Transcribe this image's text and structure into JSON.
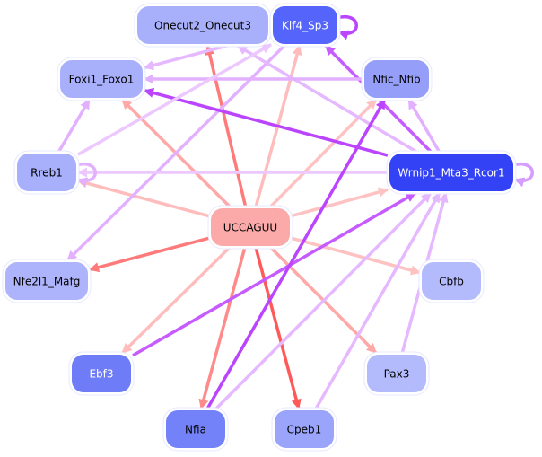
{
  "diagram": {
    "type": "directed-network",
    "nodes": [
      {
        "id": "Onecut2_Onecut3",
        "label": "Onecut2_Onecut3",
        "fill": "#a9b0fb",
        "text": "#000000"
      },
      {
        "id": "Klf4_Sp3",
        "label": "Klf4_Sp3",
        "fill": "#5565fb",
        "text": "#ffffff"
      },
      {
        "id": "Foxi1_Foxo1",
        "label": "Foxi1_Foxo1",
        "fill": "#a9b0fb",
        "text": "#000000"
      },
      {
        "id": "Nfic_Nfib",
        "label": "Nfic_Nfib",
        "fill": "#959ff9",
        "text": "#000000"
      },
      {
        "id": "Rreb1",
        "label": "Rreb1",
        "fill": "#a9b0fb",
        "text": "#000000"
      },
      {
        "id": "Wrnip1_Mta3_Rcor1",
        "label": "Wrnip1_Mta3_Rcor1",
        "fill": "#3442f5",
        "text": "#ffffff"
      },
      {
        "id": "UCCAGUU",
        "label": "UCCAGUU",
        "fill": "#fba9a9",
        "text": "#000000"
      },
      {
        "id": "Nfe2l1_Mafg",
        "label": "Nfe2l1_Mafg",
        "fill": "#aeb4fb",
        "text": "#000000"
      },
      {
        "id": "Cbfb",
        "label": "Cbfb",
        "fill": "#b4bbfc",
        "text": "#000000"
      },
      {
        "id": "Ebf3",
        "label": "Ebf3",
        "fill": "#6e7cf7",
        "text": "#ffffff"
      },
      {
        "id": "Pax3",
        "label": "Pax3",
        "fill": "#b4bbfc",
        "text": "#000000"
      },
      {
        "id": "Nfia",
        "label": "Nfia",
        "fill": "#7382f8",
        "text": "#000000"
      },
      {
        "id": "Cpeb1",
        "label": "Cpeb1",
        "fill": "#9aa4fa",
        "text": "#000000"
      }
    ],
    "edges": [
      {
        "from": "UCCAGUU",
        "to": "Onecut2_Onecut3",
        "color": "#ff7a7a"
      },
      {
        "from": "UCCAGUU",
        "to": "Klf4_Sp3",
        "color": "#ffbcbc"
      },
      {
        "from": "UCCAGUU",
        "to": "Foxi1_Foxo1",
        "color": "#ffa8a8"
      },
      {
        "from": "UCCAGUU",
        "to": "Nfic_Nfib",
        "color": "#ffc2c2"
      },
      {
        "from": "UCCAGUU",
        "to": "Rreb1",
        "color": "#ffbcbc"
      },
      {
        "from": "UCCAGUU",
        "to": "Wrnip1_Mta3_Rcor1",
        "color": "#ffc2c2"
      },
      {
        "from": "UCCAGUU",
        "to": "Nfe2l1_Mafg",
        "color": "#ff7a7a"
      },
      {
        "from": "UCCAGUU",
        "to": "Cbfb",
        "color": "#ffc2c2"
      },
      {
        "from": "UCCAGUU",
        "to": "Ebf3",
        "color": "#ffbcbc"
      },
      {
        "from": "UCCAGUU",
        "to": "Pax3",
        "color": "#ffa8a8"
      },
      {
        "from": "UCCAGUU",
        "to": "Nfia",
        "color": "#ff8a8a"
      },
      {
        "from": "UCCAGUU",
        "to": "Cpeb1",
        "color": "#ff5a5a"
      },
      {
        "from": "Klf4_Sp3",
        "to": "Onecut2_Onecut3",
        "color": "#e6b8ff"
      },
      {
        "from": "Klf4_Sp3",
        "to": "Klf4_Sp3",
        "color": "#bb44ff"
      },
      {
        "from": "Klf4_Sp3",
        "to": "Foxi1_Foxo1",
        "color": "#e6b8ff"
      },
      {
        "from": "Klf4_Sp3",
        "to": "Nfe2l1_Mafg",
        "color": "#e2b0ff"
      },
      {
        "from": "Wrnip1_Mta3_Rcor1",
        "to": "Wrnip1_Mta3_Rcor1",
        "color": "#d79cff"
      },
      {
        "from": "Wrnip1_Mta3_Rcor1",
        "to": "Klf4_Sp3",
        "color": "#c65cff"
      },
      {
        "from": "Wrnip1_Mta3_Rcor1",
        "to": "Foxi1_Foxo1",
        "color": "#bb44ff"
      },
      {
        "from": "Wrnip1_Mta3_Rcor1",
        "to": "Nfic_Nfib",
        "color": "#e2b0ff"
      },
      {
        "from": "Wrnip1_Mta3_Rcor1",
        "to": "Rreb1",
        "color": "#ecc8ff"
      },
      {
        "from": "Wrnip1_Mta3_Rcor1",
        "to": "Onecut2_Onecut3",
        "color": "#e6b8ff"
      },
      {
        "from": "Nfic_Nfib",
        "to": "Foxi1_Foxo1",
        "color": "#e2b0ff"
      },
      {
        "from": "Rreb1",
        "to": "Rreb1",
        "color": "#e2b0ff"
      },
      {
        "from": "Rreb1",
        "to": "Foxi1_Foxo1",
        "color": "#e2b0ff"
      },
      {
        "from": "Rreb1",
        "to": "Klf4_Sp3",
        "color": "#ecc8ff"
      },
      {
        "from": "Ebf3",
        "to": "Wrnip1_Mta3_Rcor1",
        "color": "#c65cff"
      },
      {
        "from": "Nfia",
        "to": "Nfic_Nfib",
        "color": "#bb44ff"
      },
      {
        "from": "Nfia",
        "to": "Wrnip1_Mta3_Rcor1",
        "color": "#e6b8ff"
      },
      {
        "from": "Cpeb1",
        "to": "Wrnip1_Mta3_Rcor1",
        "color": "#e6b8ff"
      },
      {
        "from": "Pax3",
        "to": "Wrnip1_Mta3_Rcor1",
        "color": "#e6b8ff"
      }
    ]
  }
}
